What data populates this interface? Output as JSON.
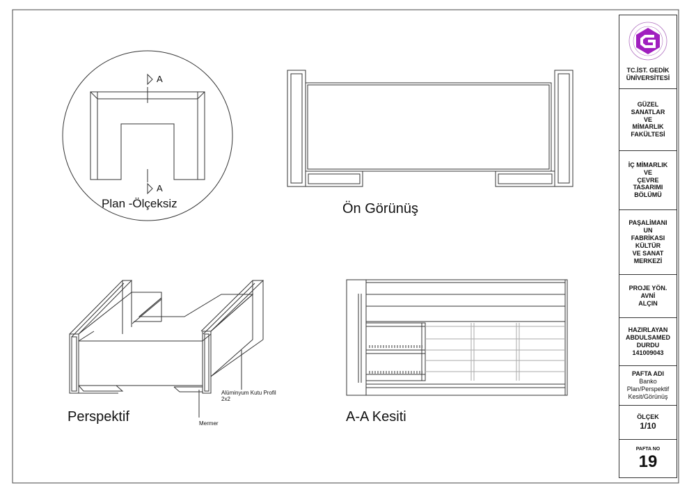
{
  "drawings": {
    "plan": {
      "title": "Plan -Ölçeksiz",
      "section_mark": "A"
    },
    "front": {
      "title": "Ön Görünüş"
    },
    "perspective": {
      "title": "Perspektif",
      "label_profile_line1": "Alüminyum Kutu Profil",
      "label_profile_line2": "2x2",
      "label_marble": "Mermer"
    },
    "section": {
      "title": "A-A Kesiti"
    }
  },
  "title_block": {
    "university": [
      "TC.İST. GEDİK",
      "ÜNİVERSİTESİ"
    ],
    "faculty": [
      "GÜZEL",
      "SANATLAR",
      "VE",
      "MİMARLIK",
      "FAKÜLTESİ"
    ],
    "department": [
      "İÇ MİMARLIK",
      "VE",
      "ÇEVRE",
      "TASARIMI",
      "BÖLÜMÜ"
    ],
    "project": [
      "PAŞALİMANI",
      "UN",
      "FABRİKASI",
      "KÜLTÜR",
      "VE SANAT",
      "MERKEZİ"
    ],
    "advisor": [
      "PROJE YÖN.",
      "AVNİ",
      "ALÇIN"
    ],
    "prepared_by": [
      "HAZIRLAYAN",
      "ABDULSAMED",
      "DURDU",
      "141009043"
    ],
    "sheet_name_label": "PAFTA ADI",
    "sheet_name": [
      "Banko",
      "Plan/Perspektif",
      "Kesit/Görünüş"
    ],
    "scale_label": "ÖLÇEK",
    "scale_value": "1/10",
    "sheet_no_label": "PAFTA NO",
    "sheet_no": "19"
  },
  "colors": {
    "logo_purple": "#a01fbf",
    "logo_magenta": "#c028b0",
    "line": "#333333"
  }
}
